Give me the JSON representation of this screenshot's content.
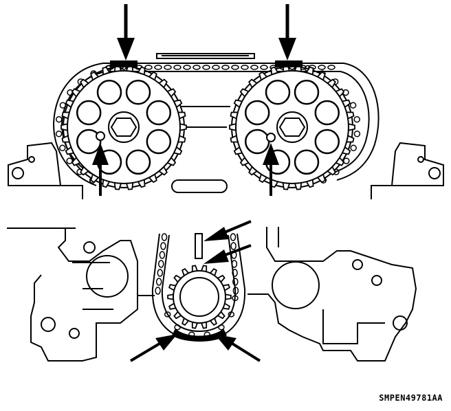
{
  "figure_code": "SMPEN49781AA",
  "colors": {
    "ink": "#000000",
    "paper": "#ffffff"
  },
  "components": {
    "top": [
      "left-camshaft-sprocket",
      "right-camshaft-sprocket",
      "upper-timing-chain",
      "chain-guide",
      "cylinder-head"
    ],
    "bottom": [
      "crankshaft-sprocket",
      "lower-timing-chain",
      "engine-block"
    ]
  }
}
